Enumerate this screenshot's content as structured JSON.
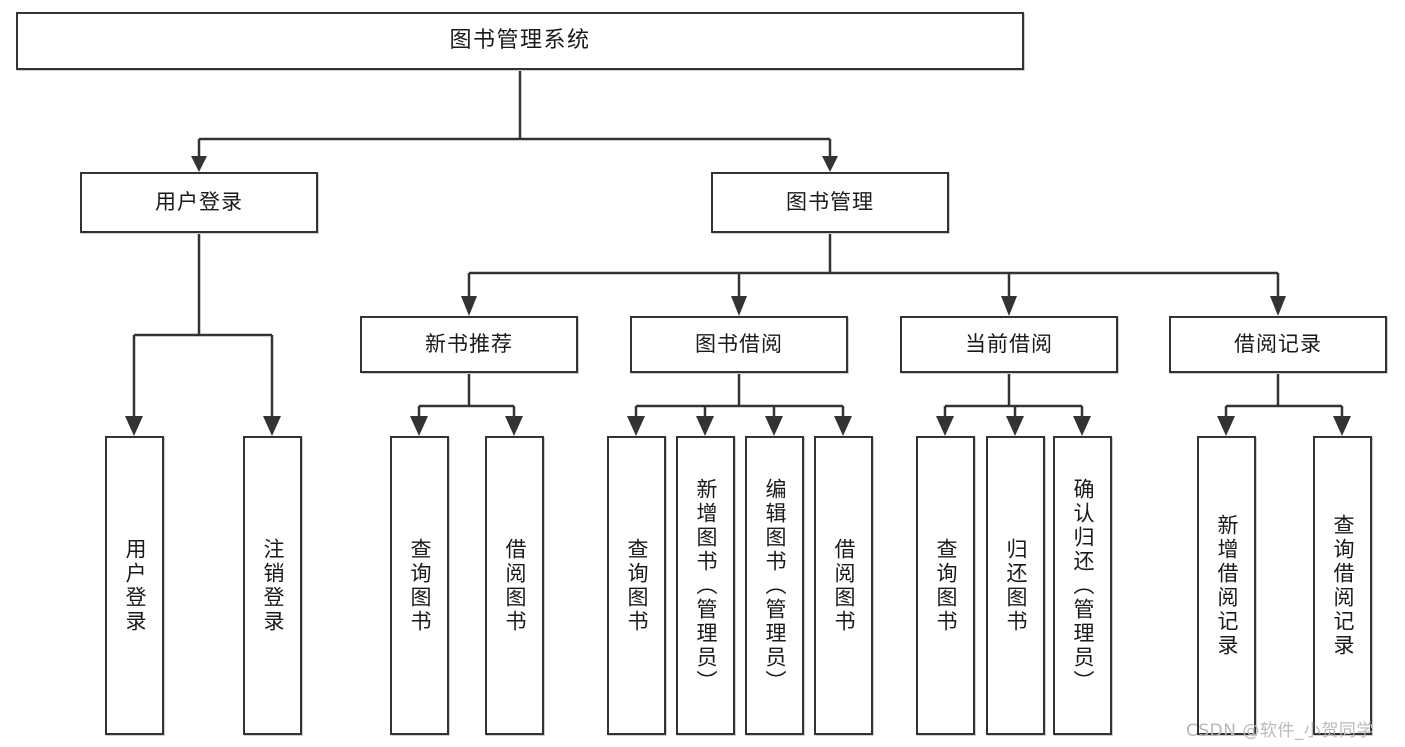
{
  "diagram": {
    "title_text": "图书管理系统",
    "type": "hierarchy-tree",
    "watermark": "CSDN @软件_小贺同学",
    "colors": {
      "background": "#ffffff",
      "border": "#333333",
      "text": "#1a1a1a",
      "watermark": "#b9b9b9"
    },
    "nodes": {
      "root": {
        "label": "图书管理系统"
      },
      "level1": [
        {
          "label": "用户登录"
        },
        {
          "label": "图书管理"
        }
      ],
      "level2": [
        {
          "label": "新书推荐"
        },
        {
          "label": "图书借阅"
        },
        {
          "label": "当前借阅"
        },
        {
          "label": "借阅记录"
        }
      ],
      "leaves": {
        "user_login": [
          {
            "label": "用户登录"
          },
          {
            "label": "注销登录"
          }
        ],
        "new_book_recommend": [
          {
            "label": "查询图书"
          },
          {
            "label": "借阅图书"
          }
        ],
        "book_borrow": [
          {
            "label": "查询图书"
          },
          {
            "label": "新增图书（管理员）"
          },
          {
            "label": "编辑图书（管理员）"
          },
          {
            "label": "借阅图书"
          }
        ],
        "current_borrow": [
          {
            "label": "查询图书"
          },
          {
            "label": "归还图书"
          },
          {
            "label": "确认归还（管理员）"
          }
        ],
        "borrow_record": [
          {
            "label": "新增借阅记录"
          },
          {
            "label": "查询借阅记录"
          }
        ]
      }
    }
  }
}
